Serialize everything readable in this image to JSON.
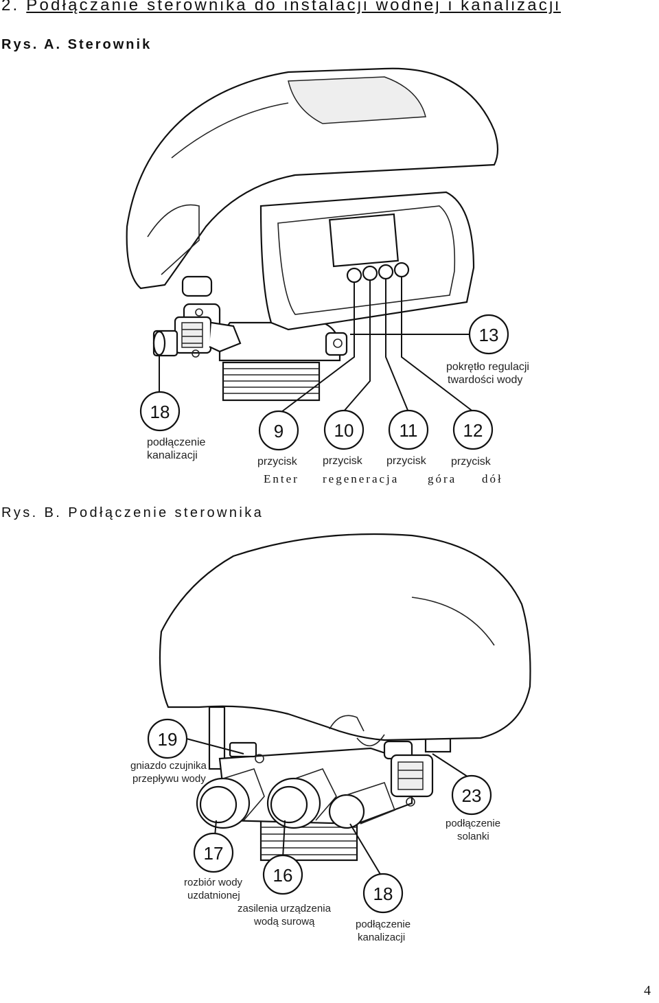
{
  "heading": {
    "number": "2.",
    "title": "Podłączanie sterownika do instalacji wodnej i kanalizacji"
  },
  "figure_a": {
    "caption": "Rys. A. Sterownik",
    "callouts": [
      {
        "num": "13",
        "line1": "pokrętło regulacji",
        "line2": "twardości wody"
      },
      {
        "num": "18",
        "line1": "podłączenie",
        "line2": "kanalizacji"
      },
      {
        "num": "9",
        "line1": "przycisk",
        "line2": "Enter"
      },
      {
        "num": "10",
        "line1": "przycisk",
        "line2": "regeneracja"
      },
      {
        "num": "11",
        "line1": "przycisk",
        "line2": "góra"
      },
      {
        "num": "12",
        "line1": "przycisk",
        "line2": "dół"
      }
    ]
  },
  "figure_b": {
    "caption": "Rys. B. Podłączenie sterownika",
    "callouts": [
      {
        "num": "19",
        "line1": "gniazdo czujnika",
        "line2": "przepływu wody"
      },
      {
        "num": "23",
        "line1": "podłączenie",
        "line2": "solanki"
      },
      {
        "num": "17",
        "line1": "rozbiór wody",
        "line2": "uzdatnionej"
      },
      {
        "num": "16",
        "line1": "zasilenia urządzenia",
        "line2": "wodą surową"
      },
      {
        "num": "18",
        "line1": "podłączenie",
        "line2": "kanalizacji"
      }
    ]
  },
  "page_number": "4"
}
